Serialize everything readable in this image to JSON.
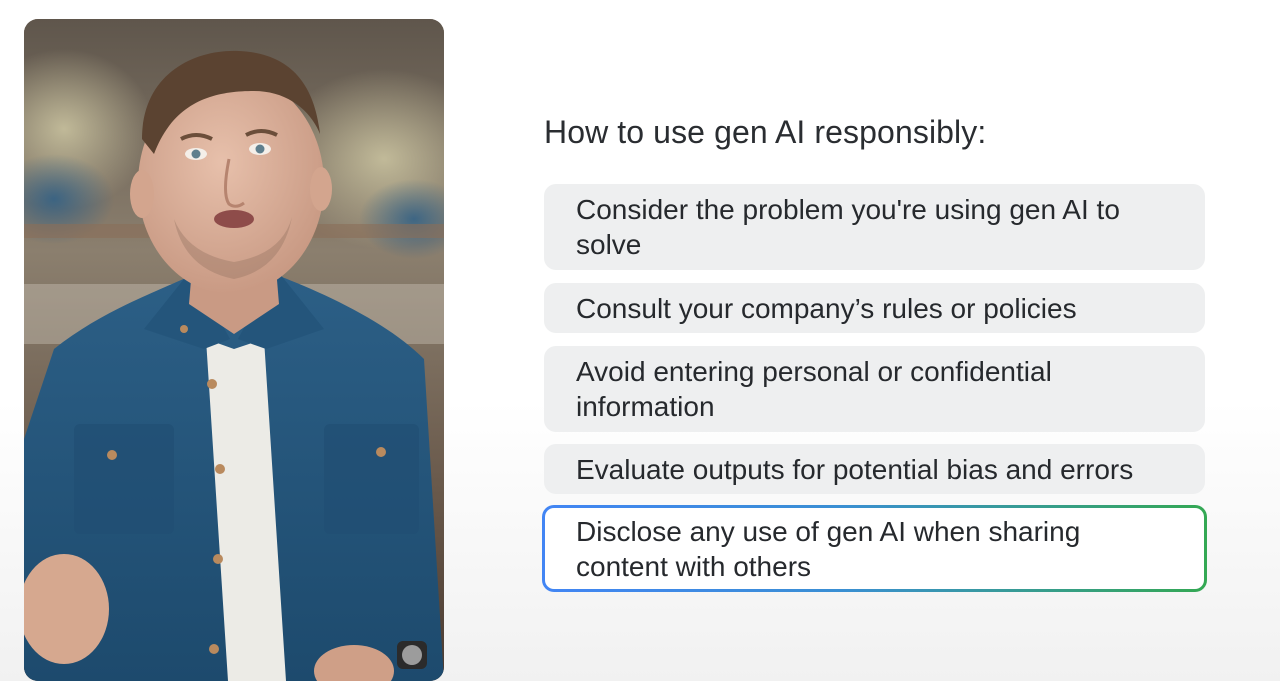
{
  "slide": {
    "title": "How to use gen AI responsibly:",
    "items": [
      {
        "text": "Consider the problem you're using gen AI to solve"
      },
      {
        "text": "Consult your company’s rules or policies"
      },
      {
        "text": "Avoid entering personal or confidential information"
      },
      {
        "text": "Evaluate outputs for potential bias and errors"
      },
      {
        "text": "Disclose any use of gen AI when sharing content with others",
        "highlighted": true
      }
    ]
  },
  "colors": {
    "item_background": "#eeeff0",
    "text": "#26292d",
    "highlight_gradient_start": "#4285f4",
    "highlight_gradient_end": "#34a853"
  }
}
